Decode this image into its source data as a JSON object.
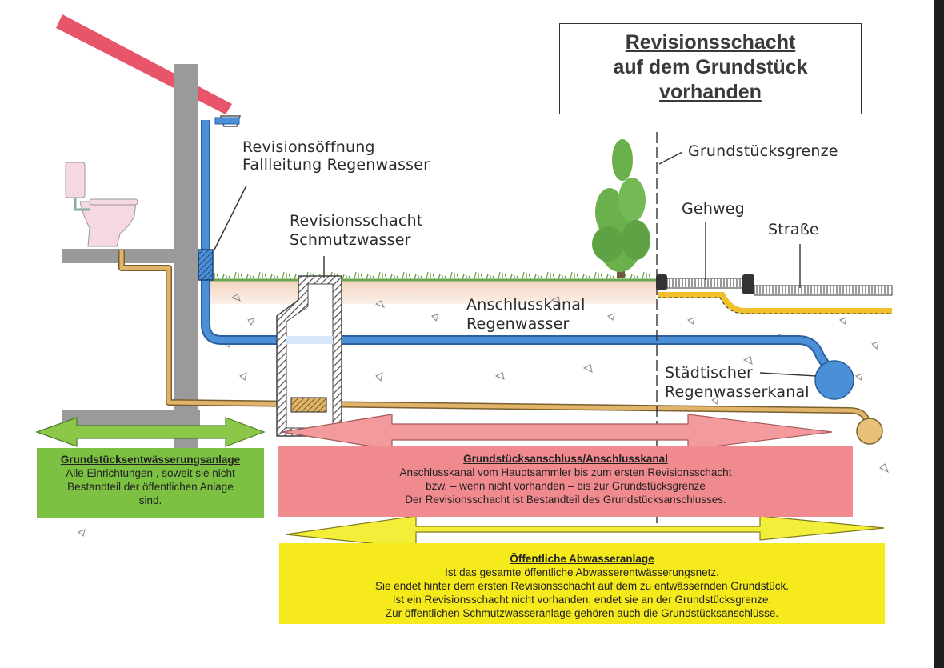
{
  "title": {
    "line1": "Revisionsschacht",
    "line2": "auf dem Grundstück",
    "line3": "vorhanden"
  },
  "labels": {
    "revisionsoeffnung_1": "Revisionsöffnung",
    "revisionsoeffnung_2": "Fallleitung Regenwasser",
    "revisionsschacht_1": "Revisionsschacht",
    "revisionsschacht_2": "Schmutzwasser",
    "grundstuecksgrenze": "Grundstücksgrenze",
    "gehweg": "Gehweg",
    "strasse": "Straße",
    "anschlusskanal_1": "Anschlusskanal",
    "anschlusskanal_2": "Regenwasser",
    "staedtischer_1": "Städtischer",
    "staedtischer_2": "Regenwasserkanal"
  },
  "boxes": {
    "green": {
      "heading": "Grundstücksentwässerungsanlage",
      "line1": "Alle Einrichtungen , soweit sie nicht",
      "line2": "Bestandteil der öffentlichen Anlage",
      "line3": "sind."
    },
    "red": {
      "heading": "Grundstücksanschluss/Anschlusskanal",
      "line1": "Anschlusskanal vom Hauptsammler bis zum ersten Revisionsschacht",
      "line2": "bzw. – wenn nicht vorhanden – bis zur Grundstücksgrenze",
      "line3": "Der Revisionsschacht ist Bestandteil des Grundstücksanschlusses."
    },
    "yellow": {
      "heading": "Öffentliche Abwasseranlage",
      "line1": "Ist das gesamte öffentliche Abwasserentwässerungsnetz.",
      "line2": "Sie endet hinter dem ersten Revisionsschacht auf dem zu entwässernden Grundstück.",
      "line3": "Ist ein Revisionsschacht nicht vorhanden, endet sie an der Grundstücksgrenze.",
      "line4": "Zur öffentlichen Schmutzwasseranlage gehören auch die Grundstücksanschlüsse."
    }
  },
  "colors": {
    "roof": "#e8556a",
    "wall": "#9a9a9a",
    "rain_pipe": "#4a90d9",
    "sewage_pipe": "#e0b56a",
    "grass": "#6aa84f",
    "soil": "#f2d7c4",
    "green_box": "#7cc142",
    "red_box": "#f08a8e",
    "yellow_box": "#f6ea1c",
    "arrow_green": "#8cc74a",
    "arrow_red": "#f39a9c",
    "arrow_yellow": "#f3ee3a"
  }
}
